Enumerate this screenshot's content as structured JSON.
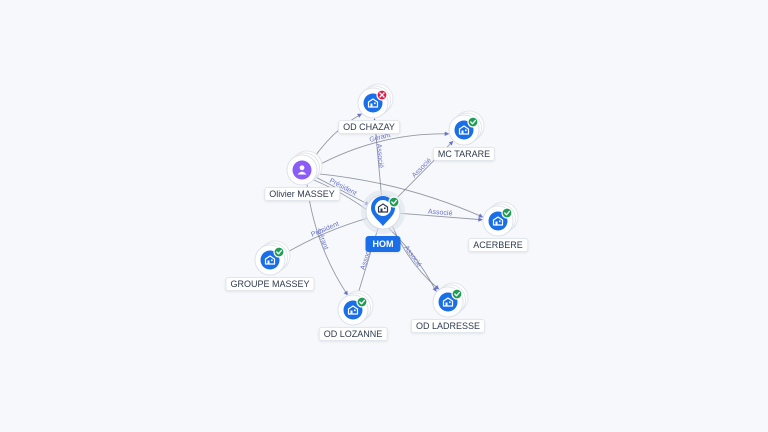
{
  "graph": {
    "center": {
      "label": "HOM",
      "status": "active",
      "icon": "building-icon"
    },
    "nodes": [
      {
        "id": "od-chazay",
        "label": "OD CHAZAY",
        "type": "company",
        "status": "closed",
        "icon": "building-icon"
      },
      {
        "id": "mc-tarare",
        "label": "MC TARARE",
        "type": "company",
        "status": "active",
        "icon": "building-icon"
      },
      {
        "id": "olivier-massey",
        "label": "Olivier MASSEY",
        "type": "person",
        "status": "none",
        "icon": "person-icon"
      },
      {
        "id": "acerbere",
        "label": "ACERBERE",
        "type": "company",
        "status": "active",
        "icon": "building-icon"
      },
      {
        "id": "groupe-massey",
        "label": "GROUPE MASSEY",
        "type": "company",
        "status": "active",
        "icon": "building-icon"
      },
      {
        "id": "od-lozanne",
        "label": "OD LOZANNE",
        "type": "company",
        "status": "active",
        "icon": "building-icon"
      },
      {
        "id": "od-ladresse",
        "label": "OD LADRESSE",
        "type": "company",
        "status": "active",
        "icon": "building-icon"
      }
    ],
    "edges": [
      {
        "from": "center",
        "to": "od-chazay",
        "label": "Associé"
      },
      {
        "from": "center",
        "to": "mc-tarare",
        "label": "Associé"
      },
      {
        "from": "center",
        "to": "acerbere",
        "label": "Associé"
      },
      {
        "from": "center",
        "to": "od-ladresse",
        "label": "Associé"
      },
      {
        "from": "center",
        "to": "od-lozanne",
        "label": "Associé"
      },
      {
        "from": "center",
        "to": "groupe-massey",
        "label": "Président"
      },
      {
        "from": "olivier-massey",
        "to": "center",
        "label": "Président"
      },
      {
        "from": "olivier-massey",
        "to": "mc-tarare",
        "label": "Gérant"
      },
      {
        "from": "olivier-massey",
        "to": "od-chazay",
        "label": ""
      },
      {
        "from": "olivier-massey",
        "to": "od-lozanne",
        "label": "Gérant"
      },
      {
        "from": "olivier-massey",
        "to": "od-ladresse",
        "label": ""
      },
      {
        "from": "olivier-massey",
        "to": "acerbere",
        "label": ""
      }
    ]
  },
  "colors": {
    "company": "#1a6fe8",
    "person": "#8b5cf6",
    "active": "#1f9d55",
    "closed": "#e11d48",
    "edge": "#6b7280"
  }
}
